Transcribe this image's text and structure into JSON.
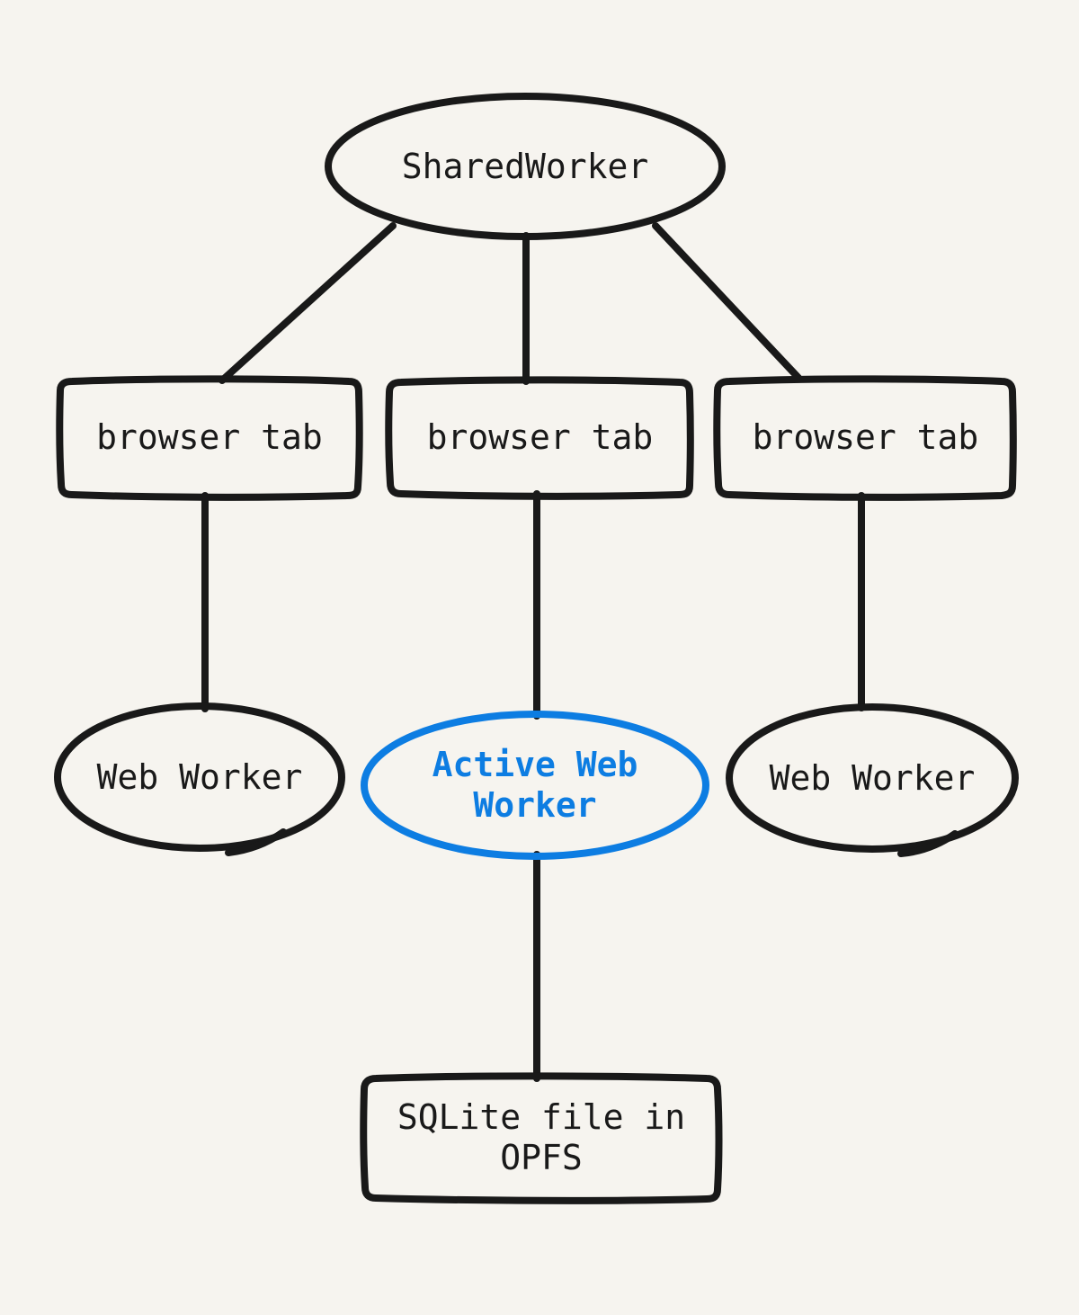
{
  "diagram": {
    "colors": {
      "background": "#f6f4ef",
      "stroke": "#191919",
      "accent_blue": "#0d7de2"
    },
    "nodes": {
      "shared_worker": {
        "label": "SharedWorker",
        "shape": "ellipse",
        "color": "#191919"
      },
      "tab_left": {
        "label": "browser tab",
        "shape": "rectangle",
        "color": "#191919"
      },
      "tab_center": {
        "label": "browser tab",
        "shape": "rectangle",
        "color": "#191919"
      },
      "tab_right": {
        "label": "browser tab",
        "shape": "rectangle",
        "color": "#191919"
      },
      "worker_left": {
        "label": "Web Worker",
        "shape": "ellipse",
        "color": "#191919"
      },
      "worker_active": {
        "label": "Active Web Worker",
        "shape": "ellipse",
        "color": "#0d7de2"
      },
      "worker_right": {
        "label": "Web Worker",
        "shape": "ellipse",
        "color": "#191919"
      },
      "sqlite_file": {
        "label": "SQLite file in OPFS",
        "shape": "rectangle",
        "color": "#191919"
      }
    },
    "edges": [
      {
        "from": "shared_worker",
        "to": "tab_left"
      },
      {
        "from": "shared_worker",
        "to": "tab_center"
      },
      {
        "from": "shared_worker",
        "to": "tab_right"
      },
      {
        "from": "tab_left",
        "to": "worker_left"
      },
      {
        "from": "tab_center",
        "to": "worker_active"
      },
      {
        "from": "tab_right",
        "to": "worker_right"
      },
      {
        "from": "worker_active",
        "to": "sqlite_file"
      }
    ]
  }
}
